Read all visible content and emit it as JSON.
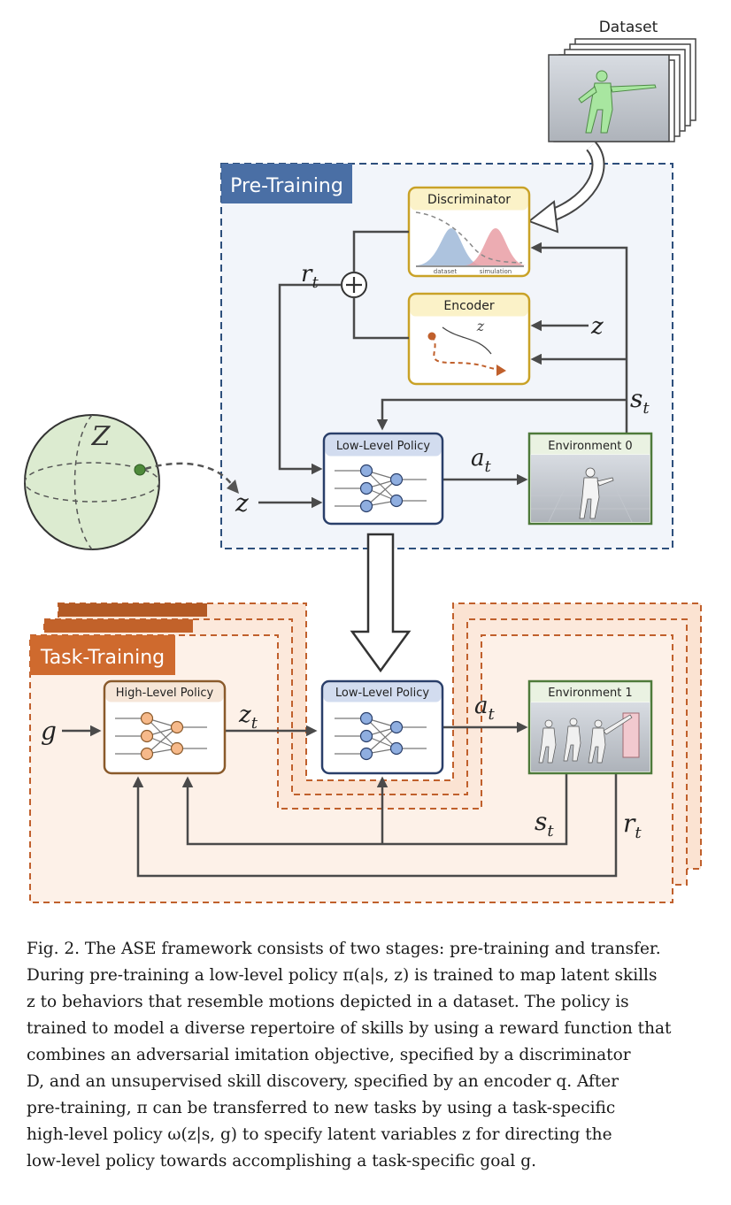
{
  "labels": {
    "dataset": "Dataset",
    "pre_training": "Pre-Training",
    "task_training": "Task-Training",
    "discriminator": "Discriminator",
    "disc_dataset": "dataset",
    "disc_simulation": "simulation",
    "encoder": "Encoder",
    "encoder_z": "z",
    "low_level_policy_top": "Low-Level Policy",
    "low_level_policy_bottom": "Low-Level Policy",
    "high_level_policy": "High-Level Policy",
    "environment0": "Environment 0",
    "environment1": "Environment 1",
    "latent_space": "Z"
  },
  "math": {
    "r_t_top": "r",
    "r_t_top_sub": "t",
    "z_to_encoder": "z",
    "s_t_top": "s",
    "s_t_top_sub": "t",
    "a_t_top": "a",
    "a_t_top_sub": "t",
    "z_input": "z",
    "g": "g",
    "z_t": "z",
    "z_t_sub": "t",
    "a_t_bottom": "a",
    "a_t_bottom_sub": "t",
    "s_t_bottom": "s",
    "s_t_bottom_sub": "t",
    "r_t_bottom": "r",
    "r_t_bottom_sub": "t"
  },
  "colors": {
    "pretrain_border": "#2d4f7c",
    "pretrain_fill": "#f2f5fa",
    "pretrain_tag": "#4a6fa5",
    "task_border": "#c0602c",
    "task_fill": "#fdf1e8",
    "task_tag": "#cf6a2e",
    "gold": "#c9a227",
    "navy": "#2a3f6a",
    "brown": "#8a5a2b",
    "green": "#4e7a3a",
    "sphere": "#dcebd0",
    "arrow": "#4a4a4a"
  },
  "caption": [
    "Fig. 2.  The ASE framework consists of two stages: pre-training and transfer.",
    "During pre-training a low-level policy π(a|s, z) is trained to map latent skills",
    "z to behaviors that resemble motions depicted in a dataset. The policy is",
    "trained to model a diverse repertoire of skills by using a reward function that",
    "combines an adversarial imitation objective, specified by a discriminator",
    "D, and an unsupervised skill discovery, specified by an encoder q. After",
    "pre-training, π can be transferred to new tasks by using a task-specific",
    "high-level policy ω(z|s, g) to specify latent variables z for directing the",
    "low-level policy towards accomplishing a task-specific goal g."
  ]
}
